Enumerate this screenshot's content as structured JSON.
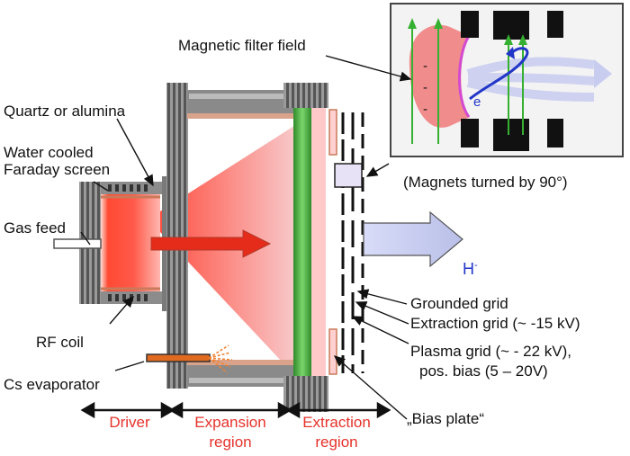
{
  "labels": {
    "magnetic_filter_field": "Magnetic filter field",
    "quartz_or_alumina": "Quartz or alumina",
    "water_cooled": "Water cooled",
    "faraday_screen": "Faraday screen",
    "gas_feed": "Gas feed",
    "rf_coil": "RF coil",
    "cs_evaporator": "Cs evaporator",
    "magnets_turned": "(Magnets turned by 90°)",
    "h_minus_base": "H",
    "h_minus_sup": "-",
    "grounded_grid": "Grounded grid",
    "extraction_grid": "Extraction grid (~ -15 kV)",
    "plasma_grid_1": "Plasma grid (~ - 22 kV),",
    "plasma_grid_2": "pos. bias (5 – 20V)",
    "bias_plate": "„Bias plate“",
    "inset_electron": "e",
    "inset_minus_1": "-",
    "inset_minus_2": "-",
    "inset_minus_3": "-"
  },
  "regions": {
    "driver": "Driver",
    "expansion_1": "Expansion",
    "expansion_2": "region",
    "extraction_1": "Extraction",
    "extraction_2": "region"
  },
  "colors": {
    "region_text": "#e5322b",
    "plasma": "#ff3a2a",
    "filter_field": "#44b83c",
    "flux_arrow": "#c8cdf0",
    "electron_path": "#2236c8",
    "wall": "#c97a5a"
  }
}
